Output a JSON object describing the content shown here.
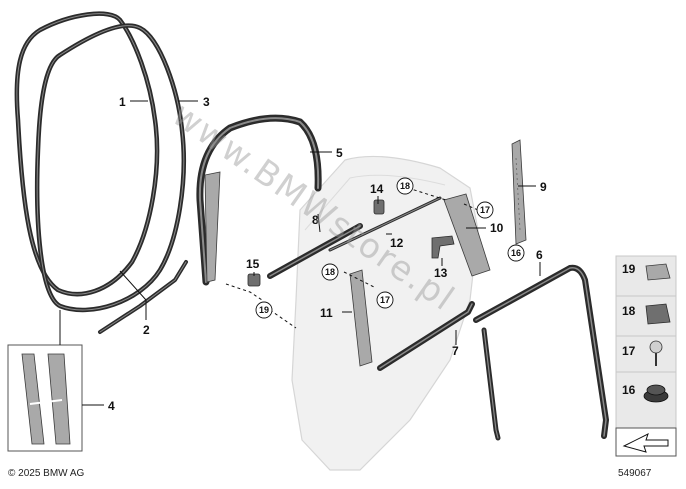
{
  "callouts": [
    "1",
    "2",
    "3",
    "4",
    "5",
    "6",
    "7",
    "8",
    "9",
    "10",
    "11",
    "12",
    "13",
    "14",
    "15"
  ],
  "circled_callouts": [
    "16",
    "17",
    "18",
    "19"
  ],
  "legend_items": [
    "19",
    "18",
    "17",
    "16"
  ],
  "copyright": "© 2025 BMW AG",
  "diagram_number": "549067",
  "watermark": "www.BMWstore.pl",
  "colors": {
    "seal": "#2b2b2b",
    "door": "#f1f1f1",
    "legend_bg": "#e9e9e9"
  }
}
